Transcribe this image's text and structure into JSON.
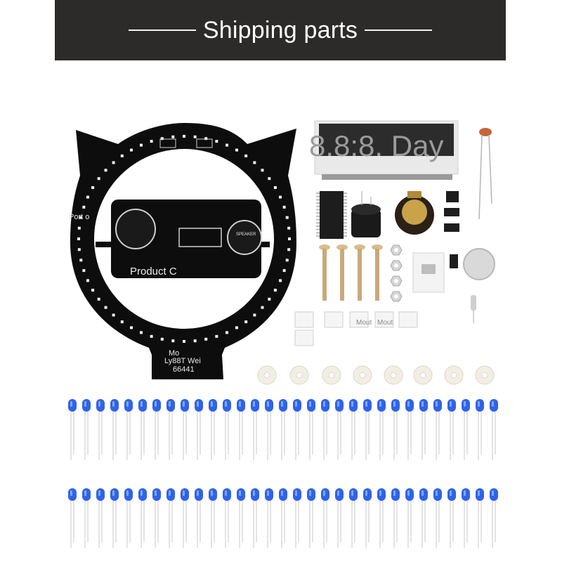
{
  "banner": {
    "title": "Shipping parts"
  },
  "display": {
    "text": "8.8:8. Day"
  },
  "pcb": {
    "product_label": "Product C",
    "port_label": "Port o",
    "chip_label": "Ly88T Wei",
    "chip_code": "66441",
    "mo_label": "Mo",
    "speaker_label": "SPEAKER"
  },
  "sockets": {
    "label_a": "Mout",
    "label_b": "Mout"
  },
  "colors": {
    "banner_bg": "#2d2b2a",
    "pcb_black": "#0d0d0d",
    "led_blue": "#2f63e8",
    "screw_brass": "#c8a97a"
  }
}
